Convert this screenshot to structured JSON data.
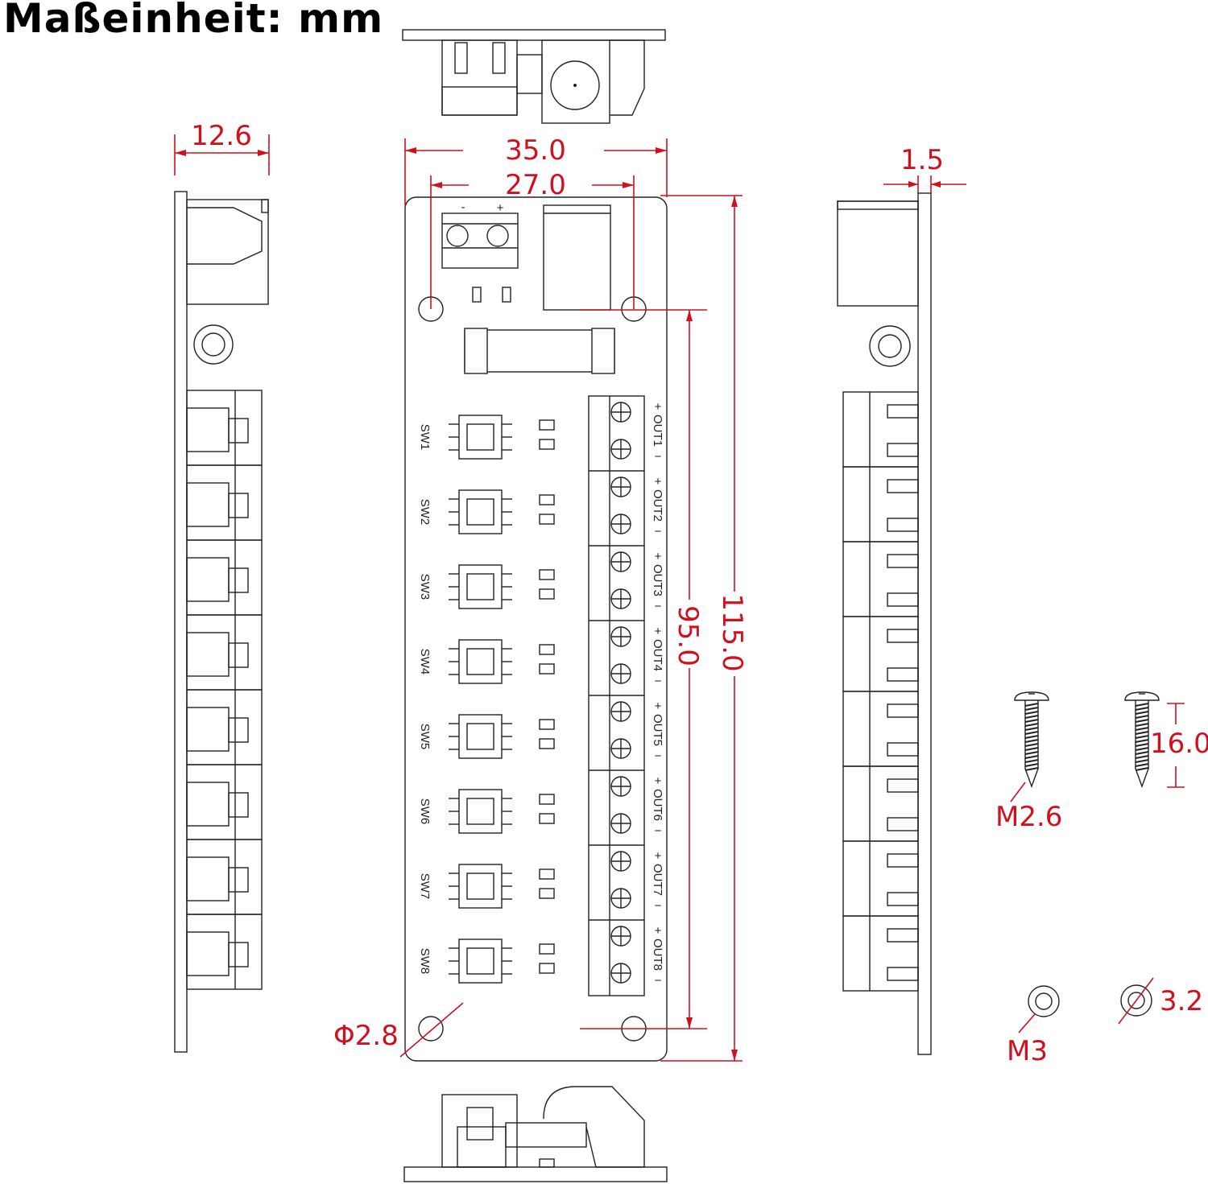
{
  "title": "Maßeinheit: mm",
  "colors": {
    "dimension": "#d0101e",
    "outline": "#222222"
  },
  "board": {
    "input_labels": {
      "minus": "-",
      "plus": "+"
    },
    "switches": [
      "SW1",
      "SW2",
      "SW3",
      "SW4",
      "SW5",
      "SW6",
      "SW7",
      "SW8"
    ],
    "outputs": [
      "OUT1",
      "OUT2",
      "OUT3",
      "OUT4",
      "OUT5",
      "OUT6",
      "OUT7",
      "OUT8"
    ],
    "plus_sign": "+",
    "minus_sign": "−"
  },
  "dimensions": {
    "width_total": "35.0",
    "hole_spacing_x": "27.0",
    "length_total": "115.0",
    "hole_spacing_y": "95.0",
    "hole_diameter": "Φ2.8",
    "side_height": "12.6",
    "pcb_thickness": "1.5",
    "screw_length": "16.0",
    "screw_size": "M2.6",
    "washer_size": "M3",
    "washer_inner": "3.2"
  }
}
